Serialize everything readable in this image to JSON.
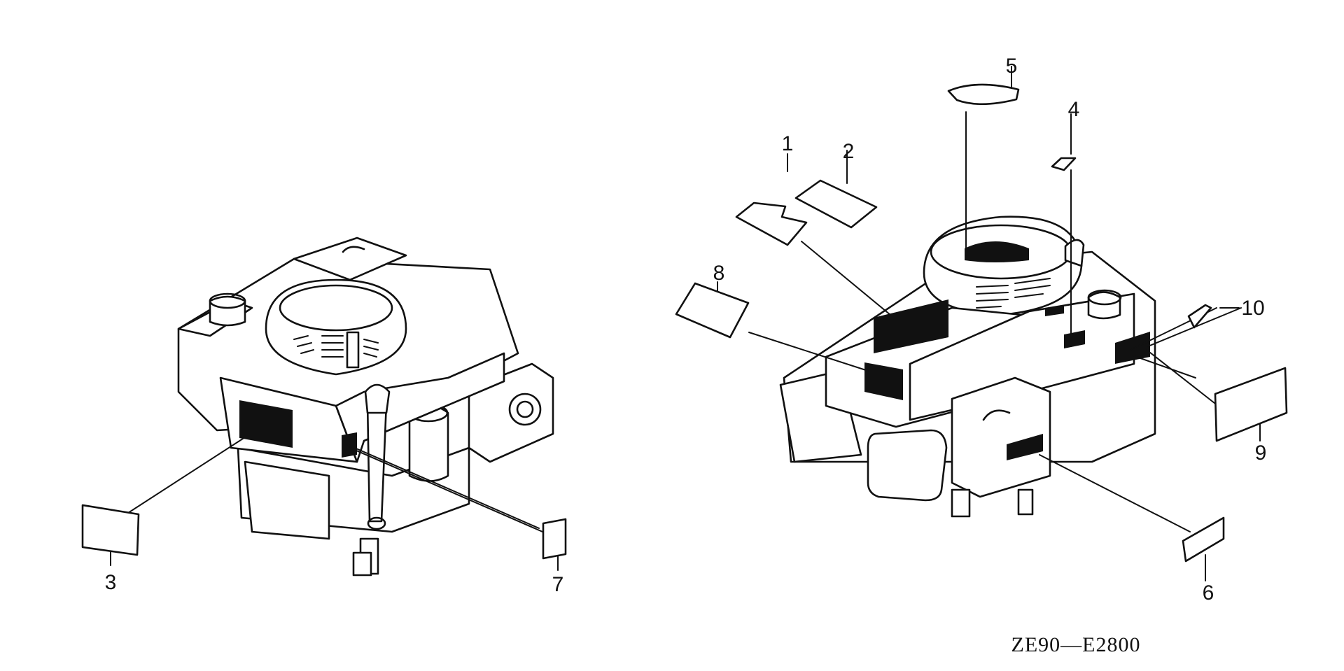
{
  "callouts": [
    {
      "id": "1",
      "label": "1"
    },
    {
      "id": "2",
      "label": "2"
    },
    {
      "id": "3",
      "label": "3"
    },
    {
      "id": "4",
      "label": "4"
    },
    {
      "id": "5",
      "label": "5"
    },
    {
      "id": "6",
      "label": "6"
    },
    {
      "id": "7",
      "label": "7"
    },
    {
      "id": "8",
      "label": "8"
    },
    {
      "id": "9",
      "label": "9"
    },
    {
      "id": "10",
      "label": "10"
    }
  ],
  "diagram_code": "ZE90—E2800"
}
